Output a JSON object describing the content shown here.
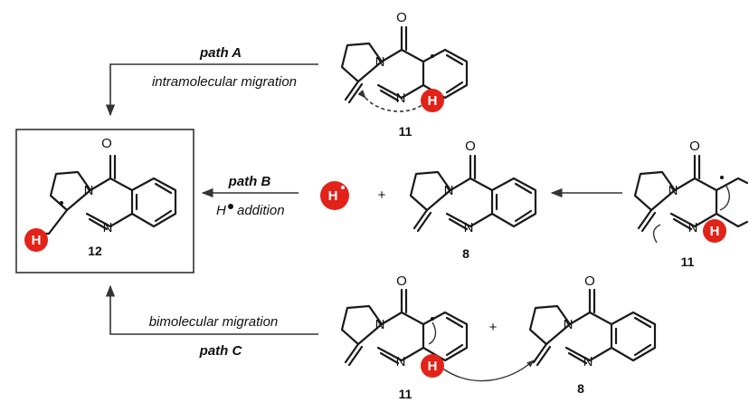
{
  "paths": {
    "a": {
      "name": "path A",
      "desc": "intramolecular migration"
    },
    "b": {
      "name": "path B",
      "desc_h": "H",
      "desc_rest": "addition"
    },
    "c": {
      "name": "path C",
      "desc": "bimolecular migration"
    }
  },
  "atoms": {
    "O": "O",
    "N": "N",
    "H": "H"
  },
  "compounds": {
    "product": "12",
    "radical": "11",
    "alkene": "8"
  },
  "symbols": {
    "plus": "+"
  },
  "colors": {
    "hydrogen_marker": "#e2231a",
    "box_border": "#333333"
  }
}
